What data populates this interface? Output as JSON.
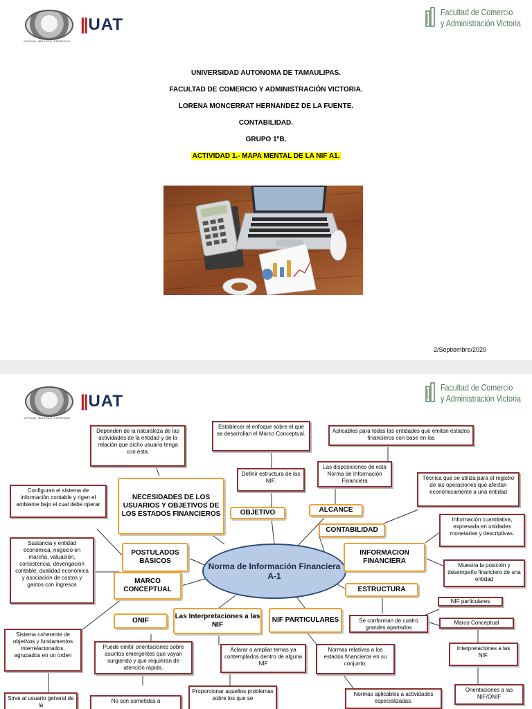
{
  "header": {
    "seal_motto": "VERDAD, BELLEZA, PROBIDAD",
    "uat_bars": "||",
    "uat_text": "UAT",
    "faculty_line1": "Facultad de Comercio",
    "faculty_line2": "y Administración Victoria"
  },
  "cover": {
    "university": "UNIVERSIDAD AUTONOMA DE TAMAULIPAS.",
    "faculty": "FACULTAD DE COMERCIO Y ADMINISTRACIÓN VICTORIA.",
    "student": "LORENA MONCERRAT HERNANDEZ DE LA FUENTE.",
    "subject": "CONTABILIDAD.",
    "group": "GRUPO 1ºB.",
    "activity": "ACTIVIDAD 1.- MAPA MENTAL DE LA NIF A1.",
    "date": "2/Septiembre/2020"
  },
  "mindmap": {
    "center": "Norma de Información Financiera A-1",
    "nodes": {
      "necesidades": "NECESIDADES DE LOS USUARIOS Y OBJETIVOS DE LOS ESTADOS FINANCIEROS",
      "objetivo": "OBJETIVO",
      "alcance": "ALCANCE",
      "contabilidad": "CONTABILIDAD",
      "informacion": "INFORMACION FINANCIERA",
      "postulados": "POSTULADOS BÁSICOS",
      "marco": "MARCO CONCEPTUAL",
      "estructura": "ESTRUCTURA",
      "onif": "ONIF",
      "interpretaciones": "Las Interpretaciones a las NIF",
      "nif_particulares": "NIF PARTICULARES"
    },
    "notes": {
      "dependen": "Dependen de la naturaleza de las actividades de la entidad y de la relación que dicho usuario tenga con ésta.",
      "establecer": "Establecer el enfoque sobre el que se desarrollan el Marco Conceptual.",
      "aplicables": "Aplicables para todas las entidades que emitan estados financieros con base en las",
      "definir": "Definir estructura de las NIF.",
      "disposiciones": "Las disposiciones de esta Norma de Información Financiera",
      "configuran": "Configuran el sistema de información contable y rigen el ambiente bajo el cual debe operar",
      "tecnica": "Técnica que se utiliza para el registro de las operaciones que afectan económicamente a una entidad",
      "cuantitativa": "Información cuantitativa, expresada en unidades monetarias y descriptivas.",
      "sustancia": "Sustancia y entidad económica, negocio en marcha, valuación, consistencia, devengación contable, dualidad económica y asociación de costos y gastos con ingresos",
      "muestra": "Muestra la posición y desempeño financiero de una entidad",
      "nif_part_small": "NIF particulares",
      "marco_small": "Marco Conceptual",
      "conforman": "Se conforman de cuatro grandes apartados",
      "sistema": "Sistema coherente de objetivos y fundamentos interrelacionados, agrupados en un orden",
      "puede": "Puede emitir orientaciones sobre asuntos emergentes que vayan surgiendo y que requieran de atención rápida.",
      "aclarar": "Aclarar o ampliar temas ya contemplados dentro de alguna NIF",
      "normas_relativas": "Normas relativas a los estados financieros en su conjunto.",
      "interp_small": "Interpretaciones a las NIF.",
      "sirve": "Sirve al usuario general de la",
      "no_son": "No son sometidas a",
      "proporcionar": "Proporcionar aquellos problemas sobre los que se",
      "normas_aplicables": "Normas aplicables a actividades especializadas.",
      "orientaciones": "Orientaciones a las NIF/ONIF"
    }
  }
}
